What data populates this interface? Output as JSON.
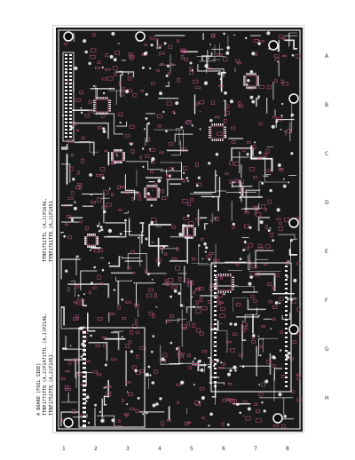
{
  "board": {
    "title": "A BOARD (FOIL SIDE)",
    "models": [
      "TTNP1771TTK (A,J)P1471TTL (A,J)P2146,",
      "TTNP1751TTK (A,J)P1451",
      "TTNP1751TTL (A,J)P1646,",
      "TTNP1761TTK (A,J)P1451"
    ],
    "colors": {
      "background": "#1a1a1a",
      "copper": "#ffffff",
      "silkscreen": "#b0507a"
    }
  },
  "grid_labels": {
    "right_side": [
      "A",
      "B",
      "C",
      "D",
      "E",
      "F",
      "G",
      "H"
    ],
    "bottom_side": [
      "1",
      "2",
      "3",
      "4",
      "5",
      "6",
      "7",
      "8"
    ]
  }
}
